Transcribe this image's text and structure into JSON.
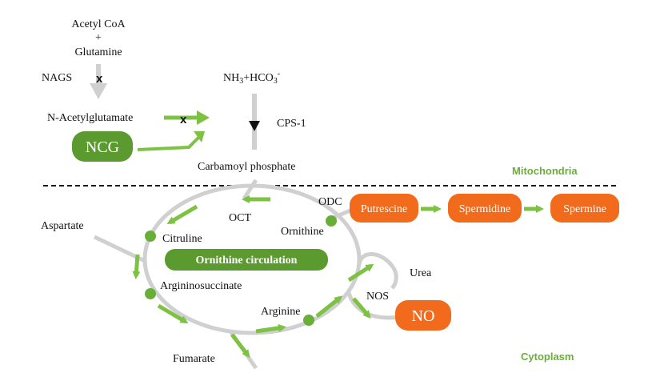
{
  "colors": {
    "green_arrow": "#7dc242",
    "green_node": "#6aae3a",
    "dark_green_pill": "#5b9a2e",
    "orange": "#f26a1b",
    "gray_path": "#d0d0d0",
    "black": "#111111"
  },
  "top": {
    "acetyl_coa": "Acetyl CoA",
    "plus": "+",
    "glutamine": "Glutamine",
    "nags": "NAGS",
    "x1": "x",
    "n_acetylglutamate": "N-Acetylglutamate",
    "x2": "x",
    "ncg": "NCG",
    "nh3_base": "NH",
    "nh3_sub": "3",
    "hco3_base": "+HCO",
    "hco3_sub": "3",
    "hco3_sup": "-",
    "cps1": "CPS-1",
    "carbamoyl_phosphate": "Carbamoyl phosphate"
  },
  "compartments": {
    "mitochondria": "Mitochondria",
    "cytoplasm": "Cytoplasm"
  },
  "cycle": {
    "oct": "OCT",
    "ornithine": "Ornithine",
    "odc": "ODC",
    "citruline": "Citruline",
    "aspartate": "Aspartate",
    "argininosuccinate": "Argininosuccinate",
    "arginine": "Arginine",
    "fumarate": "Fumarate",
    "ornithine_circulation": "Ornithine circulation",
    "urea": "Urea",
    "nos": "NOS",
    "no": "NO"
  },
  "polyamines": [
    "Putrescine",
    "Spermidine",
    "Spermine"
  ]
}
